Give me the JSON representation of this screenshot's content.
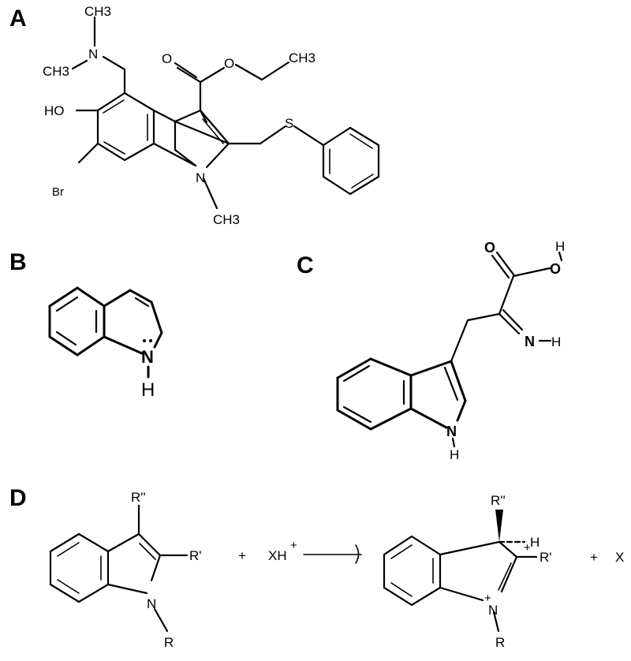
{
  "panels": {
    "a": {
      "label": "A",
      "atoms": {
        "ch3_top": "CH3",
        "n_amine": "N",
        "ch3_left": "CH3",
        "o_carbonyl": "O",
        "o_ester": "O",
        "ch3_ethyl": "CH3",
        "ho": "HO",
        "s": "S",
        "br": "Br",
        "n_ring": "N",
        "ch3_n": "CH3"
      }
    },
    "b": {
      "label": "B",
      "atoms": {
        "n": "N",
        "h": "H"
      }
    },
    "c": {
      "label": "C",
      "atoms": {
        "o_carbonyl": "O",
        "h_acid": "H",
        "o_acid": "O",
        "n_imine": "N",
        "h_imine": "H",
        "n_ring": "N",
        "h_ring": "H"
      }
    },
    "d": {
      "label": "D",
      "reactant": {
        "r2": "R''",
        "r1": "R'",
        "n": "N",
        "r": "R"
      },
      "plus_1": "+",
      "reagent": "XH",
      "reagent_charge": "+",
      "product": {
        "r2": "R''",
        "h": "H",
        "charge_c": "+",
        "r1": "R'",
        "charge_n": "+",
        "n": "N",
        "r": "R"
      },
      "plus_2": "+",
      "byproduct": "X"
    }
  }
}
